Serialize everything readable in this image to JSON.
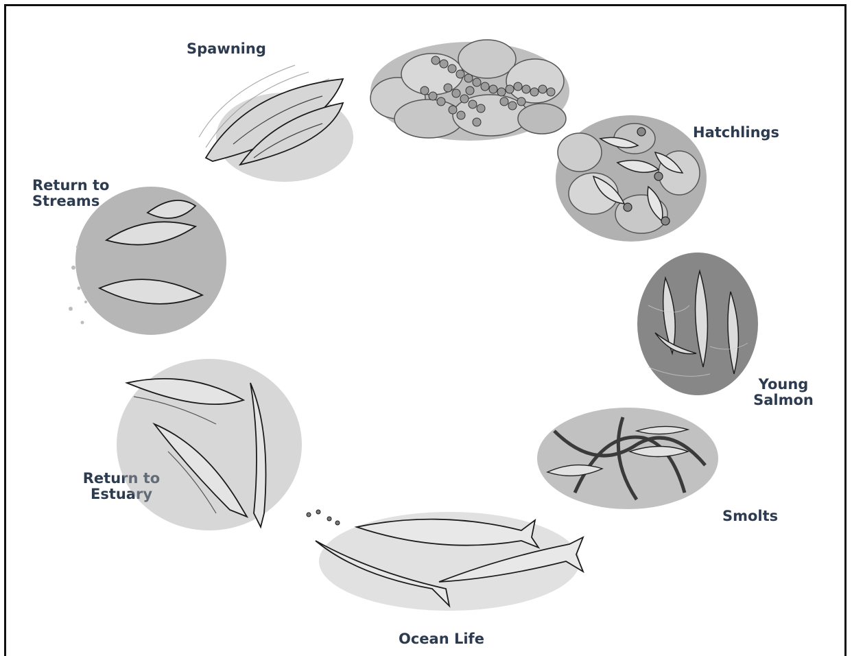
{
  "diagram": {
    "type": "life-cycle",
    "stages": [
      {
        "id": "eggs",
        "label": "",
        "icon": "salmon-eggs-illustration"
      },
      {
        "id": "hatchlings",
        "label": "Hatchlings",
        "icon": "hatchlings-illustration"
      },
      {
        "id": "young-salmon",
        "label": "Young\nSalmon",
        "icon": "young-salmon-illustration"
      },
      {
        "id": "smolts",
        "label": "Smolts",
        "icon": "smolts-illustration"
      },
      {
        "id": "ocean-life",
        "label": "Ocean Life",
        "icon": "ocean-salmon-illustration"
      },
      {
        "id": "return-estuary",
        "label": "Return to\nEstuary",
        "icon": "estuary-salmon-illustration"
      },
      {
        "id": "return-streams",
        "label": "Return to\nStreams",
        "icon": "stream-salmon-illustration"
      },
      {
        "id": "spawning",
        "label": "Spawning",
        "icon": "spawning-salmon-illustration"
      }
    ],
    "colors": {
      "label": "#2c3b4f",
      "ink": "#3a3a3a",
      "stone": "#bdbdbd",
      "shade": "#6b6b6b"
    }
  }
}
